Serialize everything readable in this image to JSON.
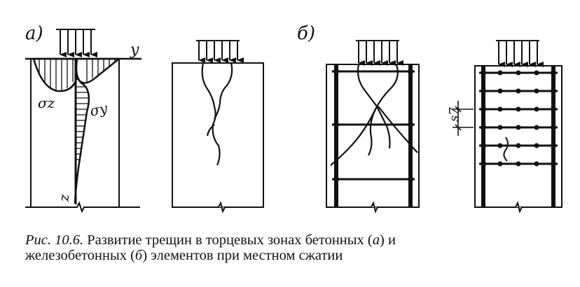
{
  "panel_a": {
    "label": "а)",
    "axis_y": "y",
    "axis_z": "z",
    "sigma_z": "σz",
    "sigma_y": "σy"
  },
  "panel_b": {
    "label": "б)",
    "spacing": "s7"
  },
  "caption": {
    "prefix": "Рис. 10.6.",
    "line1": "Развитие трещин в торцевых зонах бетонных (",
    "a": "а",
    "mid": ") и",
    "line2": "железобетонных (",
    "b": "б",
    "line2_end": ") элементов при местном сжатии"
  }
}
